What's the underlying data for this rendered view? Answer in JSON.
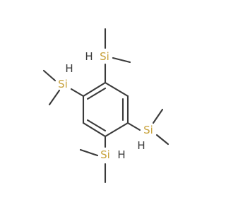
{
  "colors": {
    "background": "#ffffff",
    "carbon_bond": "#3a3a3a",
    "silicon": "#c8a23c",
    "hydrogen": "#3a3a3a"
  },
  "atoms": {
    "si_top": {
      "element": "Si",
      "hydrogen": "H"
    },
    "si_left": {
      "element": "Si",
      "hydrogen": "H"
    },
    "si_right": {
      "element": "Si",
      "hydrogen": "H"
    },
    "si_bottom": {
      "element": "Si",
      "hydrogen": "H"
    }
  }
}
